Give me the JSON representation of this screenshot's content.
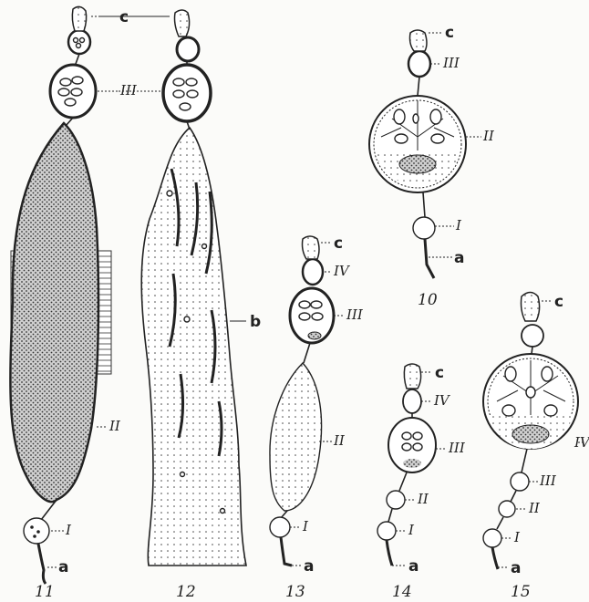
{
  "figure": {
    "part_labels": {
      "c": "c",
      "b": "b",
      "a": "a",
      "I": "I",
      "II": "II",
      "III": "III",
      "IV": "IV"
    },
    "figure_numbers": [
      "11",
      "12",
      "13",
      "14",
      "15",
      "10"
    ]
  }
}
